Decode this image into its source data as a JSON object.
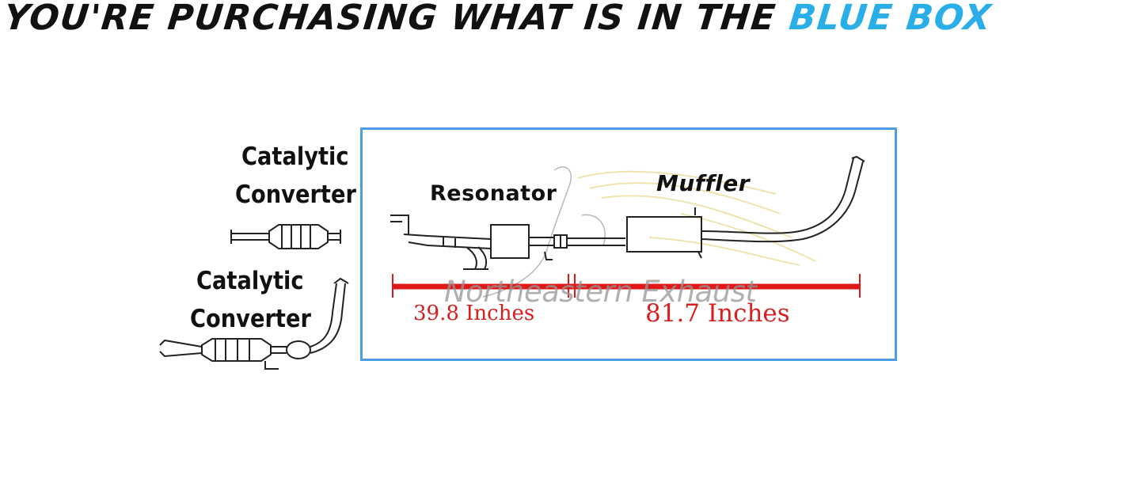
{
  "header": {
    "headline_main": "YOU'RE PURCHASING WHAT IS IN THE ",
    "headline_highlight": "BLUE BOX",
    "highlight_color": "#29aee8"
  },
  "diagram": {
    "left_parts": {
      "upper_label_line1": "Catalytic",
      "upper_label_line2": "Converter",
      "lower_label_line1": "Catalytic",
      "lower_label_line2": "Converter"
    },
    "blue_box": {
      "border_color": "#4d9ee6",
      "resonator_label": "Resonator",
      "muffler_label": "Muffler",
      "measure_left": "39.8 Inches",
      "measure_right": "81.7 Inches",
      "measure_color": "#d71f1f"
    },
    "watermark": "Northeastern Exhaust"
  }
}
